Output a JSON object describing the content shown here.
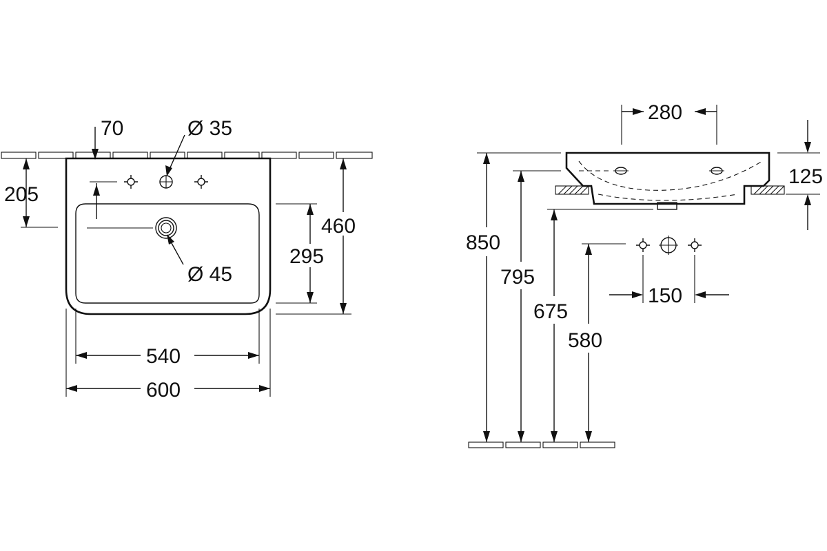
{
  "front_view": {
    "dim_70": "70",
    "dim_dia35": "Ø 35",
    "dim_205": "205",
    "dim_460": "460",
    "dim_295": "295",
    "dim_dia45": "Ø 45",
    "dim_540": "540",
    "dim_600": "600"
  },
  "side_view": {
    "dim_280": "280",
    "dim_125": "125",
    "dim_850": "850",
    "dim_795": "795",
    "dim_675": "675",
    "dim_580": "580",
    "dim_150": "150"
  }
}
